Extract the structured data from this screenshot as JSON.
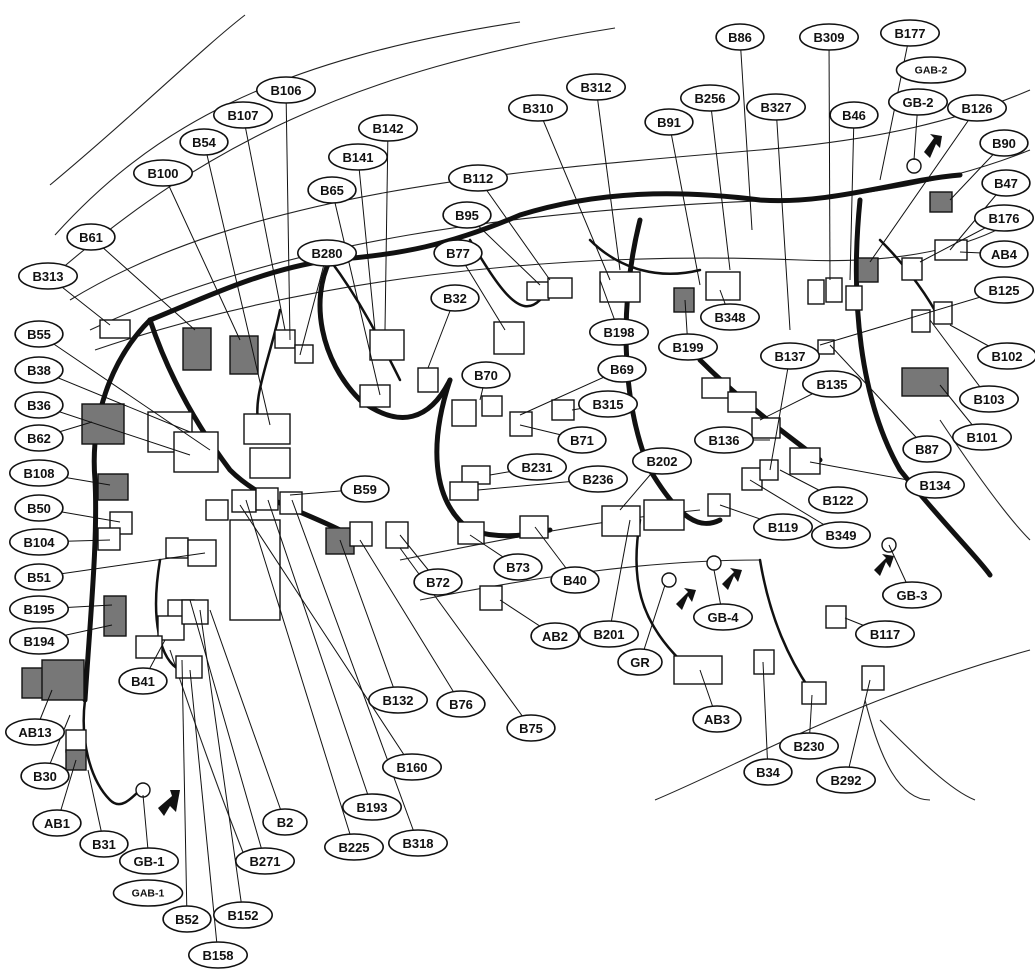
{
  "labels": [
    "B86",
    "B309",
    "B177",
    "GAB-2",
    "B312",
    "B256",
    "B327",
    "B310",
    "B91",
    "B46",
    "GB-2",
    "B126",
    "B90",
    "B47",
    "B176",
    "AB4",
    "B125",
    "B102",
    "B103",
    "B101",
    "B87",
    "B134",
    "B122",
    "B349",
    "GB-3",
    "B106",
    "B107",
    "B142",
    "B54",
    "B141",
    "B100",
    "B65",
    "B112",
    "B95",
    "B280",
    "B77",
    "B61",
    "B313",
    "B32",
    "B198",
    "B348",
    "B199",
    "B137",
    "B135",
    "B136",
    "B55",
    "B38",
    "B70",
    "B69",
    "B315",
    "B71",
    "B36",
    "B62",
    "B231",
    "B236",
    "B202",
    "B119",
    "B108",
    "B59",
    "B50",
    "B104",
    "B51",
    "B72",
    "B73",
    "B40",
    "B201",
    "GB-4",
    "B117",
    "B195",
    "B194",
    "B41",
    "AB2",
    "GR",
    "AB3",
    "B230",
    "B34",
    "B292",
    "AB13",
    "B132",
    "B76",
    "B75",
    "B160",
    "B30",
    "AB1",
    "B31",
    "GB-1",
    "GAB-1",
    "B2",
    "B193",
    "B318",
    "B225",
    "B271",
    "B52",
    "B152",
    "B158"
  ],
  "colors": {
    "line": "#111111",
    "connector_dark": "#777777",
    "background": "#ffffff"
  }
}
